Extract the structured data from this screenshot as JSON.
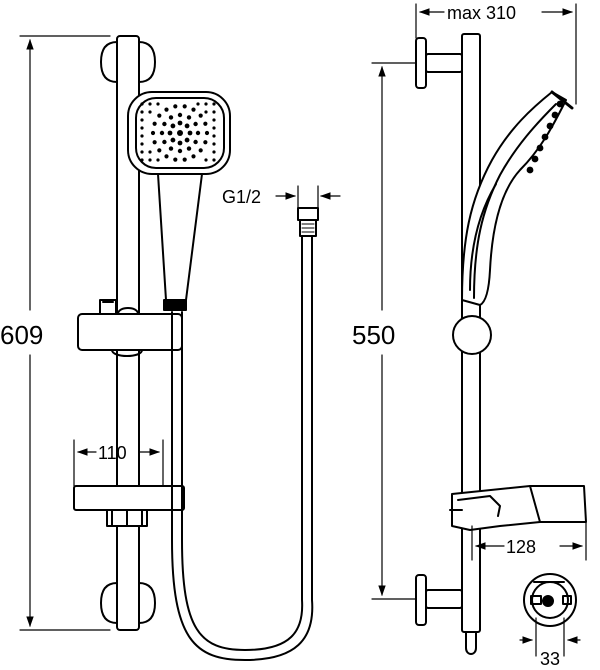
{
  "drawing": {
    "labels": {
      "overall_height": "609",
      "rail_height": "550",
      "max_projection": "max 310",
      "thread": "G1/2",
      "dish_offset": "110",
      "dish_depth": "128",
      "bracket_diameter": "33"
    },
    "colors": {
      "line": "#000000",
      "background": "#ffffff"
    }
  }
}
